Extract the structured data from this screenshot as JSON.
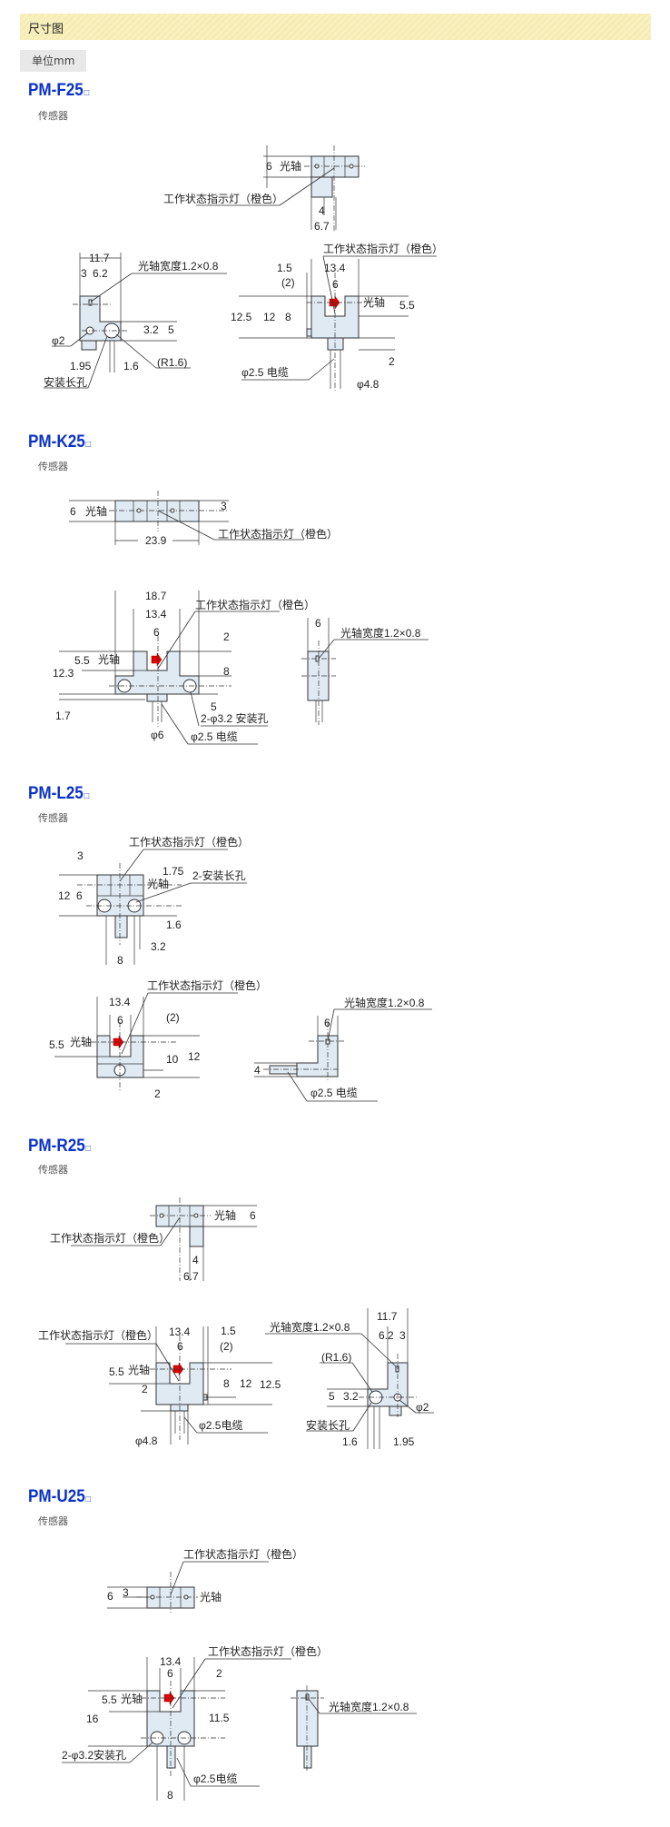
{
  "header": {
    "title": "尺寸图",
    "unit": "单位mm"
  },
  "colors": {
    "heading": "#0b32c8",
    "part_fill": "#dfeaf3",
    "indicator": "#e00000",
    "header_bg": "#f8f0bd"
  },
  "sections": [
    {
      "model": "PM-F25",
      "suffix": "□",
      "subtitle": "传感器",
      "views": [
        {
          "labels": [
            "6",
            "光轴",
            "工作状态指示灯（橙色）",
            "4",
            "6.7"
          ]
        },
        {
          "labels": [
            "11.7",
            "3",
            "6.2",
            "光轴宽度1.2×0.8",
            "3.2",
            "5",
            "φ2",
            "1.95",
            "1.6",
            "(R1.6)",
            "安装长孔"
          ]
        },
        {
          "labels": [
            "工作状态指示灯（橙色）",
            "1.5",
            "13.4",
            "(2)",
            "6",
            "光轴",
            "5.5",
            "12.5",
            "12",
            "8",
            "2",
            "φ2.5 电缆",
            "φ4.8"
          ]
        }
      ]
    },
    {
      "model": "PM-K25",
      "suffix": "□",
      "subtitle": "传感器",
      "views": [
        {
          "labels": [
            "6",
            "光轴",
            "3",
            "23.9",
            "工作状态指示灯（橙色）"
          ]
        },
        {
          "labels": [
            "18.7",
            "13.4",
            "6",
            "工作状态指示灯（橙色）",
            "2",
            "5.5",
            "光轴",
            "12.3",
            "8",
            "5",
            "1.7",
            "2-φ3.2 安装孔",
            "φ6",
            "φ2.5 电缆"
          ]
        },
        {
          "labels": [
            "6",
            "光轴宽度1.2×0.8"
          ]
        }
      ]
    },
    {
      "model": "PM-L25",
      "suffix": "□",
      "subtitle": "传感器",
      "views": [
        {
          "labels": [
            "工作状态指示灯（橙色）",
            "3",
            "12",
            "6",
            "光轴",
            "1.75",
            "2-安装长孔",
            "1.6",
            "3.2",
            "8"
          ]
        },
        {
          "labels": [
            "工作状态指示灯（橙色）",
            "13.4",
            "6",
            "(2)",
            "5.5",
            "光轴",
            "10",
            "12",
            "2"
          ]
        },
        {
          "labels": [
            "光轴宽度1.2×0.8",
            "6",
            "4",
            "φ2.5 电缆"
          ]
        }
      ]
    },
    {
      "model": "PM-R25",
      "suffix": "□",
      "subtitle": "传感器",
      "views": [
        {
          "labels": [
            "光轴",
            "6",
            "工作状态指示灯（橙色）",
            "4",
            "6.7"
          ]
        },
        {
          "labels": [
            "工作状态指示灯（橙色）",
            "13.4",
            "1.5",
            "6",
            "(2)",
            "5.5",
            "光轴",
            "8",
            "12",
            "12.5",
            "2",
            "φ2.5电缆",
            "φ4.8"
          ]
        },
        {
          "labels": [
            "11.7",
            "光轴宽度1.2×0.8",
            "6.2",
            "3",
            "(R1.6)",
            "5",
            "3.2",
            "φ2",
            "安装长孔",
            "1.6",
            "1.95"
          ]
        }
      ]
    },
    {
      "model": "PM-U25",
      "suffix": "□",
      "subtitle": "传感器",
      "views": [
        {
          "labels": [
            "工作状态指示灯（橙色）",
            "6",
            "3",
            "光轴"
          ]
        },
        {
          "labels": [
            "工作状态指示灯（橙色）",
            "13.4",
            "6",
            "2",
            "5.5",
            "光轴",
            "16",
            "11.5",
            "2-φ3.2安装孔",
            "φ2.5电缆",
            "8"
          ]
        },
        {
          "labels": [
            "光轴宽度1.2×0.8"
          ]
        }
      ]
    }
  ]
}
